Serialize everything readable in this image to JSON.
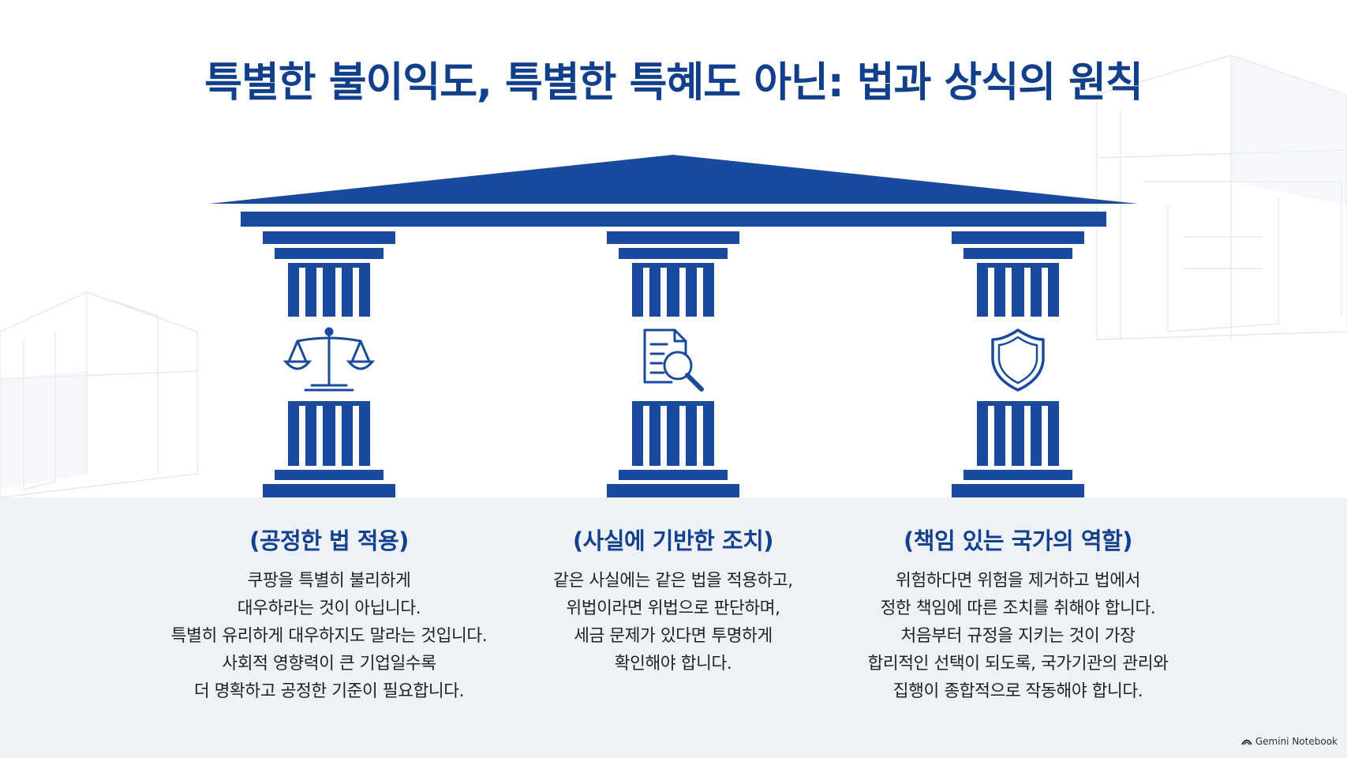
{
  "title": "특별한 불이익도, 특별한 특혜도 아닌: 법과 상식의 원칙",
  "pillars": [
    {
      "icon": "scales-icon",
      "heading": "(공정한 법 적용)",
      "lines": [
        "쿠팡을 특별히 불리하게",
        "대우하라는 것이 아닙니다.",
        "특별히 유리하게 대우하지도 말라는 것입니다.",
        "사회적 영향력이 큰 기업일수록",
        "더 명확하고 공정한 기준이 필요합니다."
      ]
    },
    {
      "icon": "document-search-icon",
      "heading": "(사실에 기반한 조치)",
      "lines": [
        "같은 사실에는 같은 법을 적용하고,",
        "위법이라면 위법으로 판단하며,",
        "세금 문제가 있다면 투명하게",
        "확인해야 합니다."
      ]
    },
    {
      "icon": "shield-icon",
      "heading": "(책임 있는 국가의 역할)",
      "lines": [
        "위험하다면 위험을 제거하고 법에서",
        "정한 책임에 따른 조치를 취해야 합니다.",
        "처음부터 규정을 지키는 것이 가장",
        "합리적인 선택이 되도록, 국가기관의 관리와",
        "집행이 종합적으로 작동해야 합니다."
      ]
    }
  ],
  "footer": {
    "brand": "Gemini Notebook"
  },
  "colors": {
    "primary": "#1a4a9e",
    "title": "#123f8c",
    "band": "#eef2f7"
  }
}
